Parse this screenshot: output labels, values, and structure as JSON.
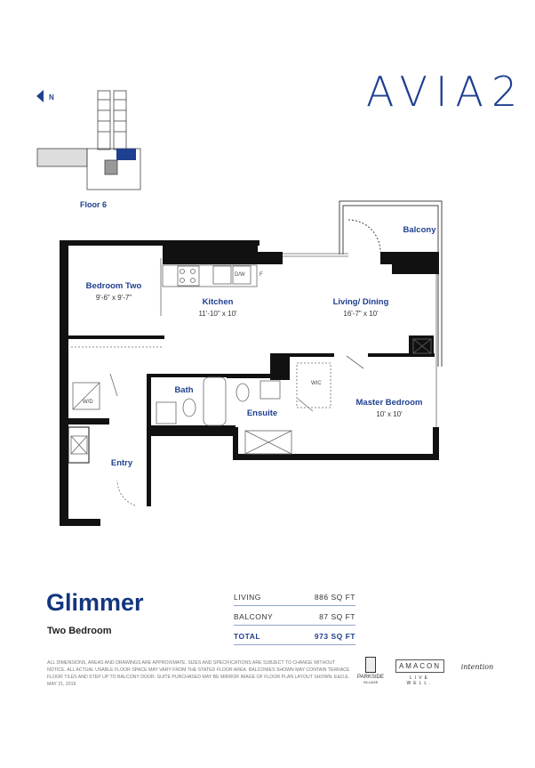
{
  "brand": "AVIA2",
  "keyplan": {
    "north_label": "N",
    "floor_label": "Floor 6"
  },
  "rooms": [
    {
      "name": "Bedroom Two",
      "dim": "9'-6\" x 9'-7\""
    },
    {
      "name": "Kitchen",
      "dim": "11'-10\" x 10'"
    },
    {
      "name": "Living/ Dining",
      "dim": "16'-7\" x 10'"
    },
    {
      "name": "Balcony",
      "dim": ""
    },
    {
      "name": "Bath",
      "dim": ""
    },
    {
      "name": "Ensuite",
      "dim": ""
    },
    {
      "name": "Master Bedroom",
      "dim": "10' x 10'"
    },
    {
      "name": "Entry",
      "dim": ""
    }
  ],
  "fixtures": {
    "dw": "D/W",
    "fridge": "F",
    "wic": "WIC",
    "wd": "W/D"
  },
  "suite": {
    "name": "Glimmer",
    "type": "Two Bedroom"
  },
  "areas": [
    {
      "label": "LIVING",
      "value": "886 SQ FT"
    },
    {
      "label": "BALCONY",
      "value": "87 SQ FT"
    },
    {
      "label": "TOTAL",
      "value": "973 SQ FT"
    }
  ],
  "disclaimer": "All dimensions, areas and drawings are approximate. Sizes and specifications are subject to change without notice. All actual usable floor space may vary from the stated floor area. Balconies shown may contain terrace floor tiles and step up to balcony door. Suite purchased may be mirror image of floor plan layout shown. E&O.E. May 21, 2019",
  "logos": {
    "parkside": "PARKSIDE",
    "parkside_sub": "VILLAGE",
    "amacon": "AMACON",
    "amacon_tag": "LIVE WELL.",
    "third": "intention"
  },
  "colors": {
    "accent": "#1f3f8f",
    "wall": "#111111"
  }
}
